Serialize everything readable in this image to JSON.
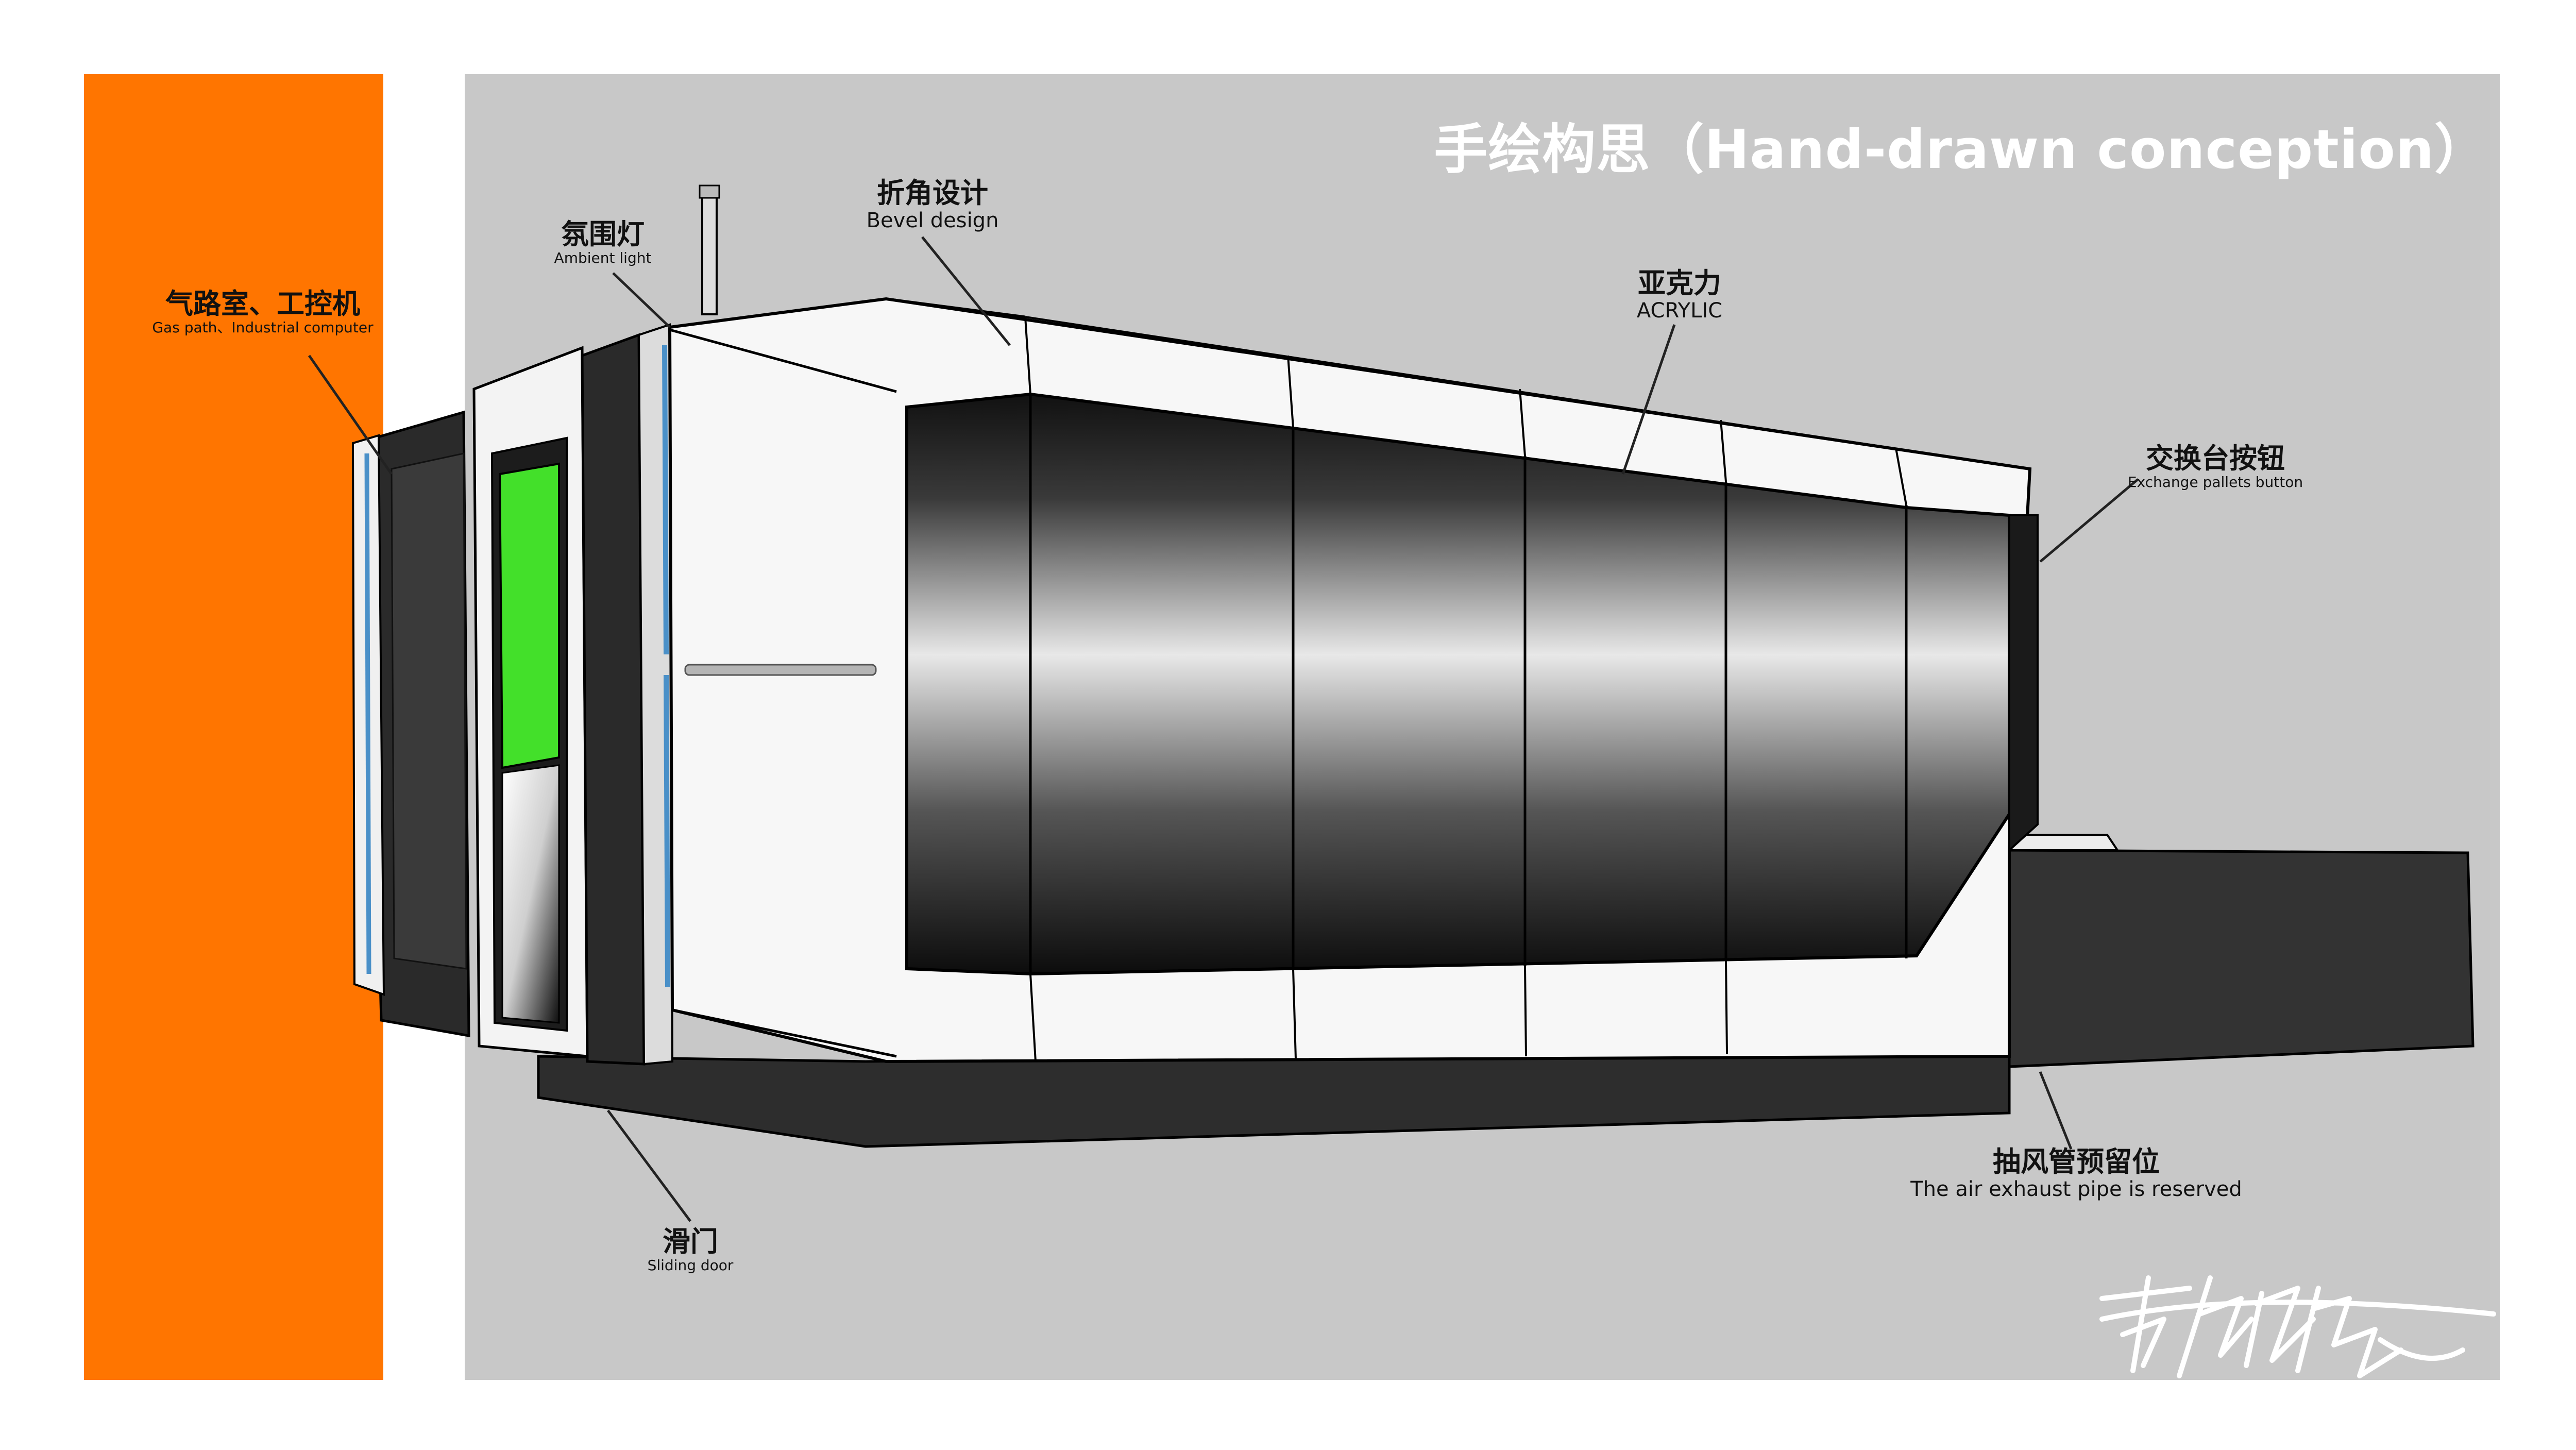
{
  "title": "手绘构思（Hand-drawn conception）",
  "labels": {
    "gas_path": {
      "cn": "气路室、工控机",
      "en": "Gas path、Industrial computer"
    },
    "ambient_light": {
      "cn": "氛围灯",
      "en": "Ambient light"
    },
    "bevel": {
      "cn": "折角设计",
      "en": "Bevel design"
    },
    "acrylic": {
      "cn": "亚克力",
      "en": "ACRYLIC"
    },
    "exchange": {
      "cn": "交换台按钮",
      "en": "Exchange pallets button"
    },
    "exhaust": {
      "cn": "抽风管预留位",
      "en": "The air exhaust pipe is reserved"
    },
    "sliding_door": {
      "cn": "滑门",
      "en": "Sliding door"
    }
  },
  "colors": {
    "accent_orange": "#ff7500",
    "panel_gray": "#c8c8c8",
    "screen_green": "#43e02a",
    "ambient_blue": "#4a90c8"
  },
  "signature_icon": "handwritten-signature"
}
